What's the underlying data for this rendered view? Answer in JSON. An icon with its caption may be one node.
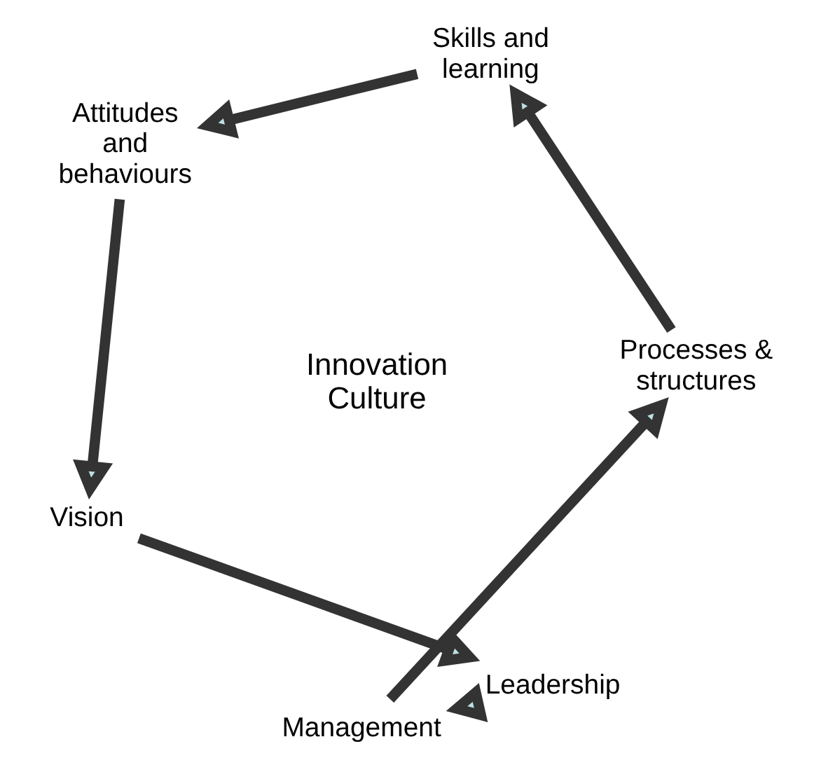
{
  "diagram": {
    "nodes": [
      {
        "text": [
          "Vision"
        ]
      },
      {
        "text": [
          "Leadership"
        ]
      },
      {
        "text": [
          "Management"
        ]
      },
      {
        "text": [
          "Processes & structures"
        ]
      },
      {
        "text": [
          "Skills and learning"
        ]
      },
      {
        "text": [
          "Attitudes and behaviours"
        ]
      }
    ],
    "edges": [
      {
        "from": 0,
        "to": 1,
        "arrow": "to"
      },
      {
        "from": 1,
        "to": 2,
        "arrow": "to"
      },
      {
        "from": 2,
        "to": 3,
        "arrow": "to"
      },
      {
        "from": 3,
        "to": 4,
        "arrow": "to"
      },
      {
        "from": 4,
        "to": 5,
        "arrow": "to"
      },
      {
        "from": 5,
        "to": 0,
        "arrow": "to"
      }
    ],
    "labels": [
      "Innovation Culture"
    ]
  }
}
